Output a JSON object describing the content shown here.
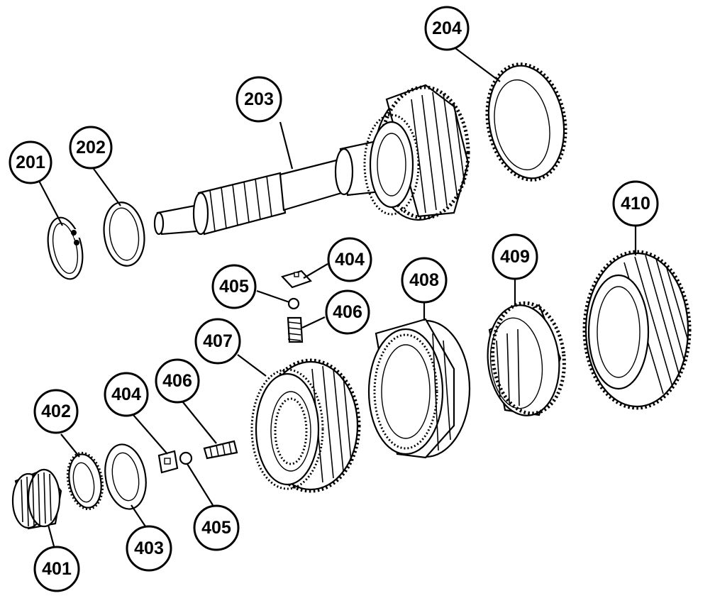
{
  "callouts": [
    {
      "id": "c201",
      "label": "201"
    },
    {
      "id": "c202",
      "label": "202"
    },
    {
      "id": "c203",
      "label": "203"
    },
    {
      "id": "c204",
      "label": "204"
    },
    {
      "id": "c410",
      "label": "410"
    },
    {
      "id": "c404a",
      "label": "404"
    },
    {
      "id": "c405a",
      "label": "405"
    },
    {
      "id": "c406a",
      "label": "406"
    },
    {
      "id": "c408",
      "label": "408"
    },
    {
      "id": "c409",
      "label": "409"
    },
    {
      "id": "c407",
      "label": "407"
    },
    {
      "id": "c406b",
      "label": "406"
    },
    {
      "id": "c404b",
      "label": "404"
    },
    {
      "id": "c402",
      "label": "402"
    },
    {
      "id": "c405b",
      "label": "405"
    },
    {
      "id": "c403",
      "label": "403"
    },
    {
      "id": "c401",
      "label": "401"
    }
  ],
  "colors": {
    "ink": "#000000",
    "paper": "#ffffff"
  }
}
